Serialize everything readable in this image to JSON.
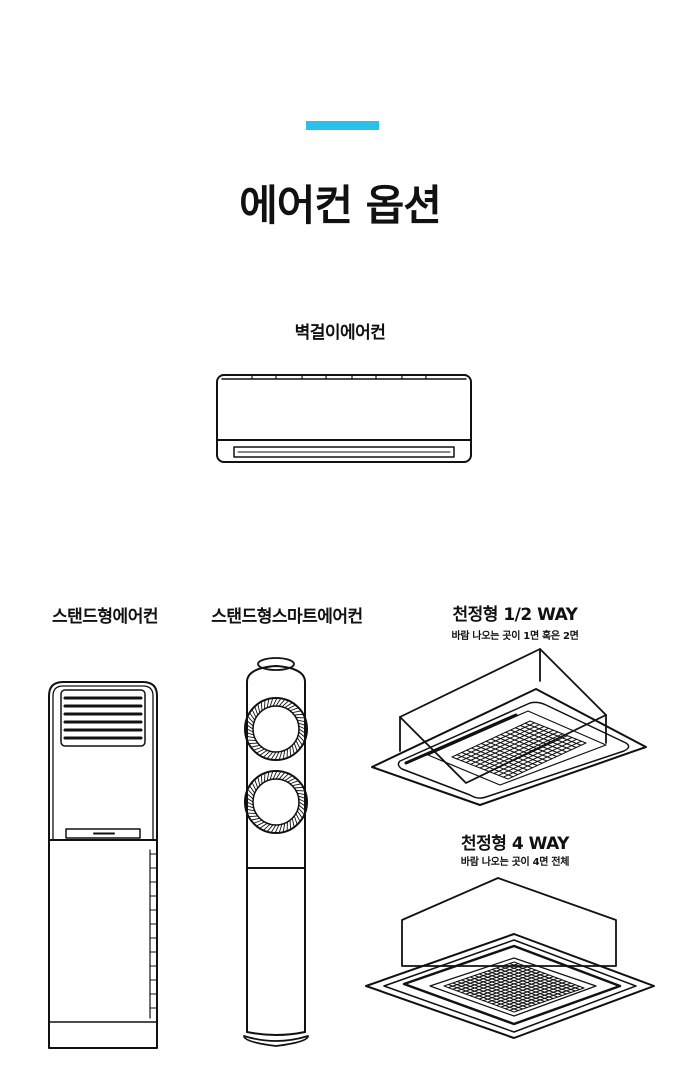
{
  "colors": {
    "accent": "#29c0ea",
    "line": "#111111",
    "background": "#ffffff"
  },
  "title": "에어컨 옵션",
  "options": {
    "wall": {
      "label": "벽걸이에어컨",
      "icon": "wall-mounted-ac-illustration"
    },
    "stand": {
      "label": "스탠드형에어컨",
      "icon": "stand-ac-illustration"
    },
    "stand_smart": {
      "label": "스탠드형스마트에어컨",
      "icon": "stand-smart-ac-illustration"
    },
    "ceiling_2way": {
      "label": "천정형 1/2 WAY",
      "sub": "바람 나오는 곳이 1면 혹은 2면",
      "icon": "ceiling-cassette-2way-illustration"
    },
    "ceiling_4way": {
      "label": "천정형 4 WAY",
      "sub": "바람 나오는 곳이 4면 전체",
      "icon": "ceiling-cassette-4way-illustration"
    }
  }
}
